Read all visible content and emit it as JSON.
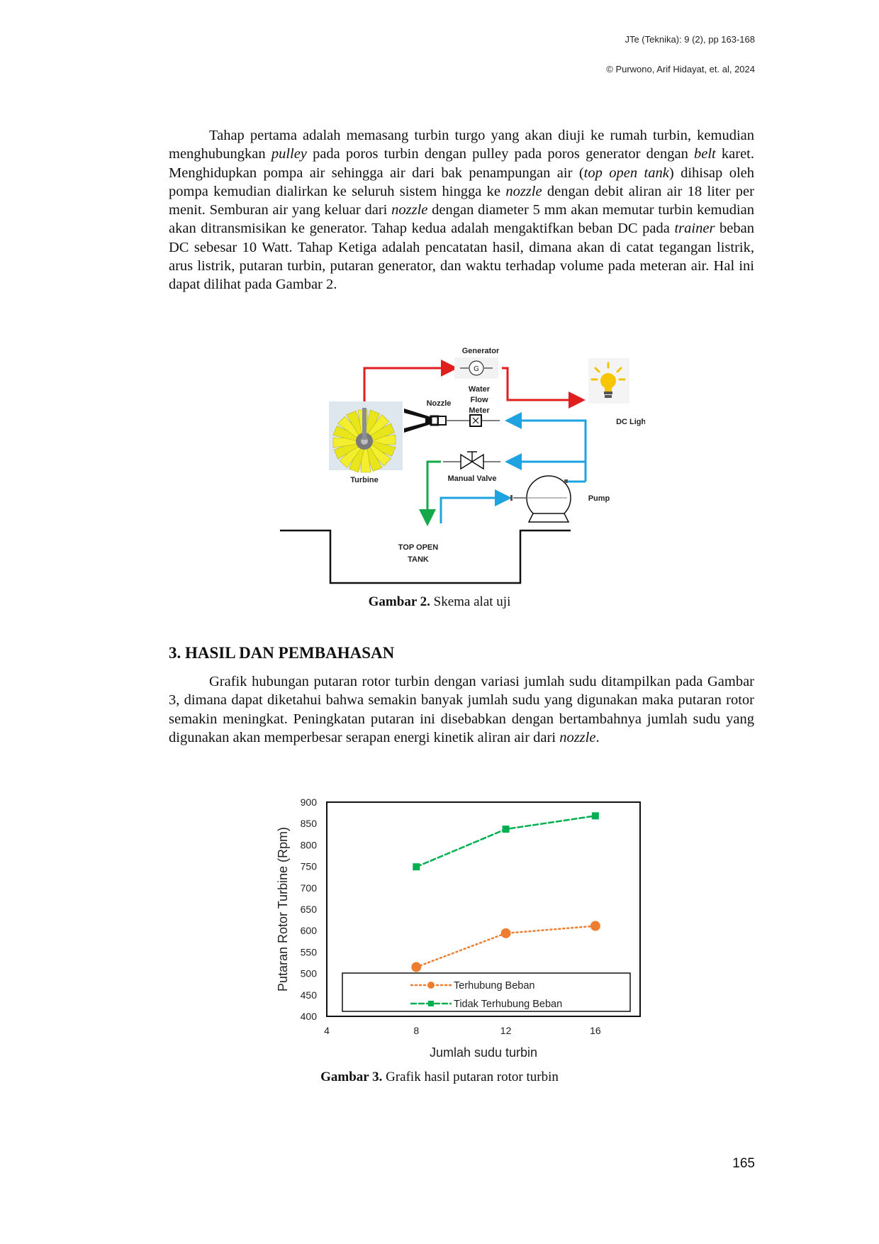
{
  "header": {
    "journal": "JTe (Teknika):  9 (2), pp 163-168",
    "copyright": "© Purwono, Arif Hidayat, et. al, 2024"
  },
  "para1": [
    {
      "t": "Tahap pertama adalah memasang turbin turgo yang akan diuji ke rumah turbin, kemudian menghubungkan "
    },
    {
      "t": "pulley",
      "i": true
    },
    {
      "t": " pada poros turbin dengan pulley pada poros generator dengan "
    },
    {
      "t": "belt",
      "i": true
    },
    {
      "t": " karet. Menghidupkan pompa air sehingga air dari bak penampungan air ("
    },
    {
      "t": "top open tank",
      "i": true
    },
    {
      "t": ") dihisap oleh pompa kemudian dialirkan ke seluruh sistem hingga ke "
    },
    {
      "t": "nozzle",
      "i": true
    },
    {
      "t": " dengan debit aliran air 18 liter per menit. Semburan air yang keluar dari "
    },
    {
      "t": "nozzle",
      "i": true
    },
    {
      "t": " dengan diameter 5 mm akan memutar turbin kemudian akan ditransmisikan ke generator. Tahap kedua adalah mengaktifkan beban DC pada "
    },
    {
      "t": "trainer",
      "i": true
    },
    {
      "t": " beban DC sebesar 10 Watt. Tahap Ketiga adalah pencatatan hasil, dimana akan di catat tegangan listrik, arus listrik, putaran turbin, putaran generator, dan waktu terhadap volume pada meteran air. Hal ini dapat dilihat pada Gambar 2."
    }
  ],
  "diagram": {
    "generator": "Generator",
    "generator_symbol": "G",
    "water_flow_meter": [
      "Water",
      "Flow",
      "Meter"
    ],
    "nozzle": "Nozzle",
    "dc_light": "DC Light",
    "turbine": "Turbine",
    "manual_valve": "Manual Valve",
    "pump": "Pump",
    "tank": [
      "TOP OPEN",
      "TANK"
    ]
  },
  "fig2_caption": {
    "label": "Gambar 2.",
    "text": " Skema alat uji"
  },
  "section_title": "3.  HASIL DAN PEMBAHASAN",
  "para2": [
    {
      "t": "Grafik hubungan putaran rotor turbin dengan variasi jumlah sudu ditampilkan pada Gambar 3, dimana dapat diketahui bahwa semakin banyak jumlah sudu yang digunakan maka putaran rotor semakin meningkat. Peningkatan putaran ini disebabkan dengan bertambahnya jumlah sudu yang digunakan akan memperbesar serapan energi kinetik aliran air dari "
    },
    {
      "t": "nozzle",
      "i": true
    },
    {
      "t": "."
    }
  ],
  "chart_data": {
    "type": "line",
    "title": "",
    "xlabel": "Jumlah sudu turbin",
    "ylabel": "Putaran Rotor Turbine (Rpm)",
    "xlim": [
      4,
      18
    ],
    "ylim": [
      400,
      900
    ],
    "xticks": [
      4,
      8,
      12,
      16
    ],
    "yticks": [
      400,
      450,
      500,
      550,
      600,
      650,
      700,
      750,
      800,
      850,
      900
    ],
    "grid": false,
    "legend_position": "bottom",
    "series": [
      {
        "name": "Terhubung Beban",
        "color": "#ed7d31",
        "marker": "circle",
        "dash": "dotted",
        "x": [
          8,
          12,
          16
        ],
        "y": [
          515,
          594,
          611
        ]
      },
      {
        "name": "Tidak Terhubung Beban",
        "color": "#00b050",
        "marker": "square",
        "dash": "dashed",
        "x": [
          8,
          12,
          16
        ],
        "y": [
          749,
          837,
          868
        ]
      }
    ]
  },
  "fig3_caption": {
    "label": "Gambar 3.",
    "text": " Grafik hasil putaran rotor turbin"
  },
  "page_number": "165"
}
